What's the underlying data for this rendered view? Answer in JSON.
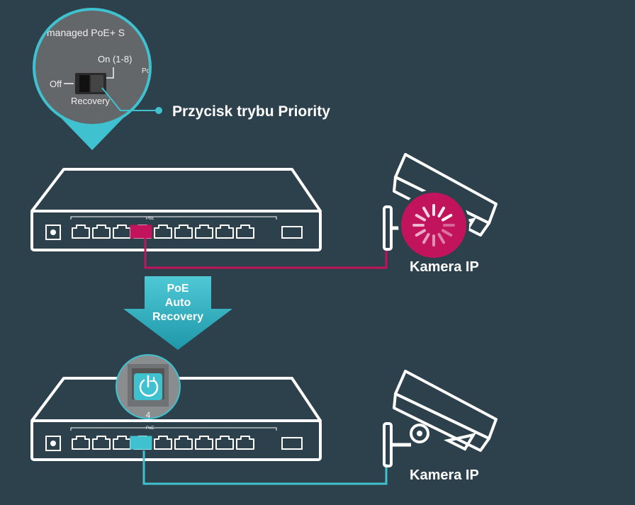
{
  "callout": {
    "label": "Przycisk trybu Priority",
    "zoom_title": "managed PoE+ S",
    "switch_on": "On (1-8)",
    "switch_off": "Off",
    "switch_recovery": "Recovery",
    "switch_po": "Po"
  },
  "top_switch": {
    "poe_label": "PoE",
    "camera_label": "Kamera IP",
    "camera_status_icon": "loading-spinner-icon"
  },
  "arrow": {
    "line1": "PoE",
    "line2": "Auto",
    "line3": "Recovery"
  },
  "bottom_switch": {
    "poe_label": "PoE",
    "port_number": "4",
    "recovery_icon": "power-recovery-icon",
    "camera_label": "Kamera IP"
  },
  "colors": {
    "background": "#2c414b",
    "teal": "#3fc1cf",
    "magenta": "#c1145d",
    "outline": "#ffffff"
  }
}
